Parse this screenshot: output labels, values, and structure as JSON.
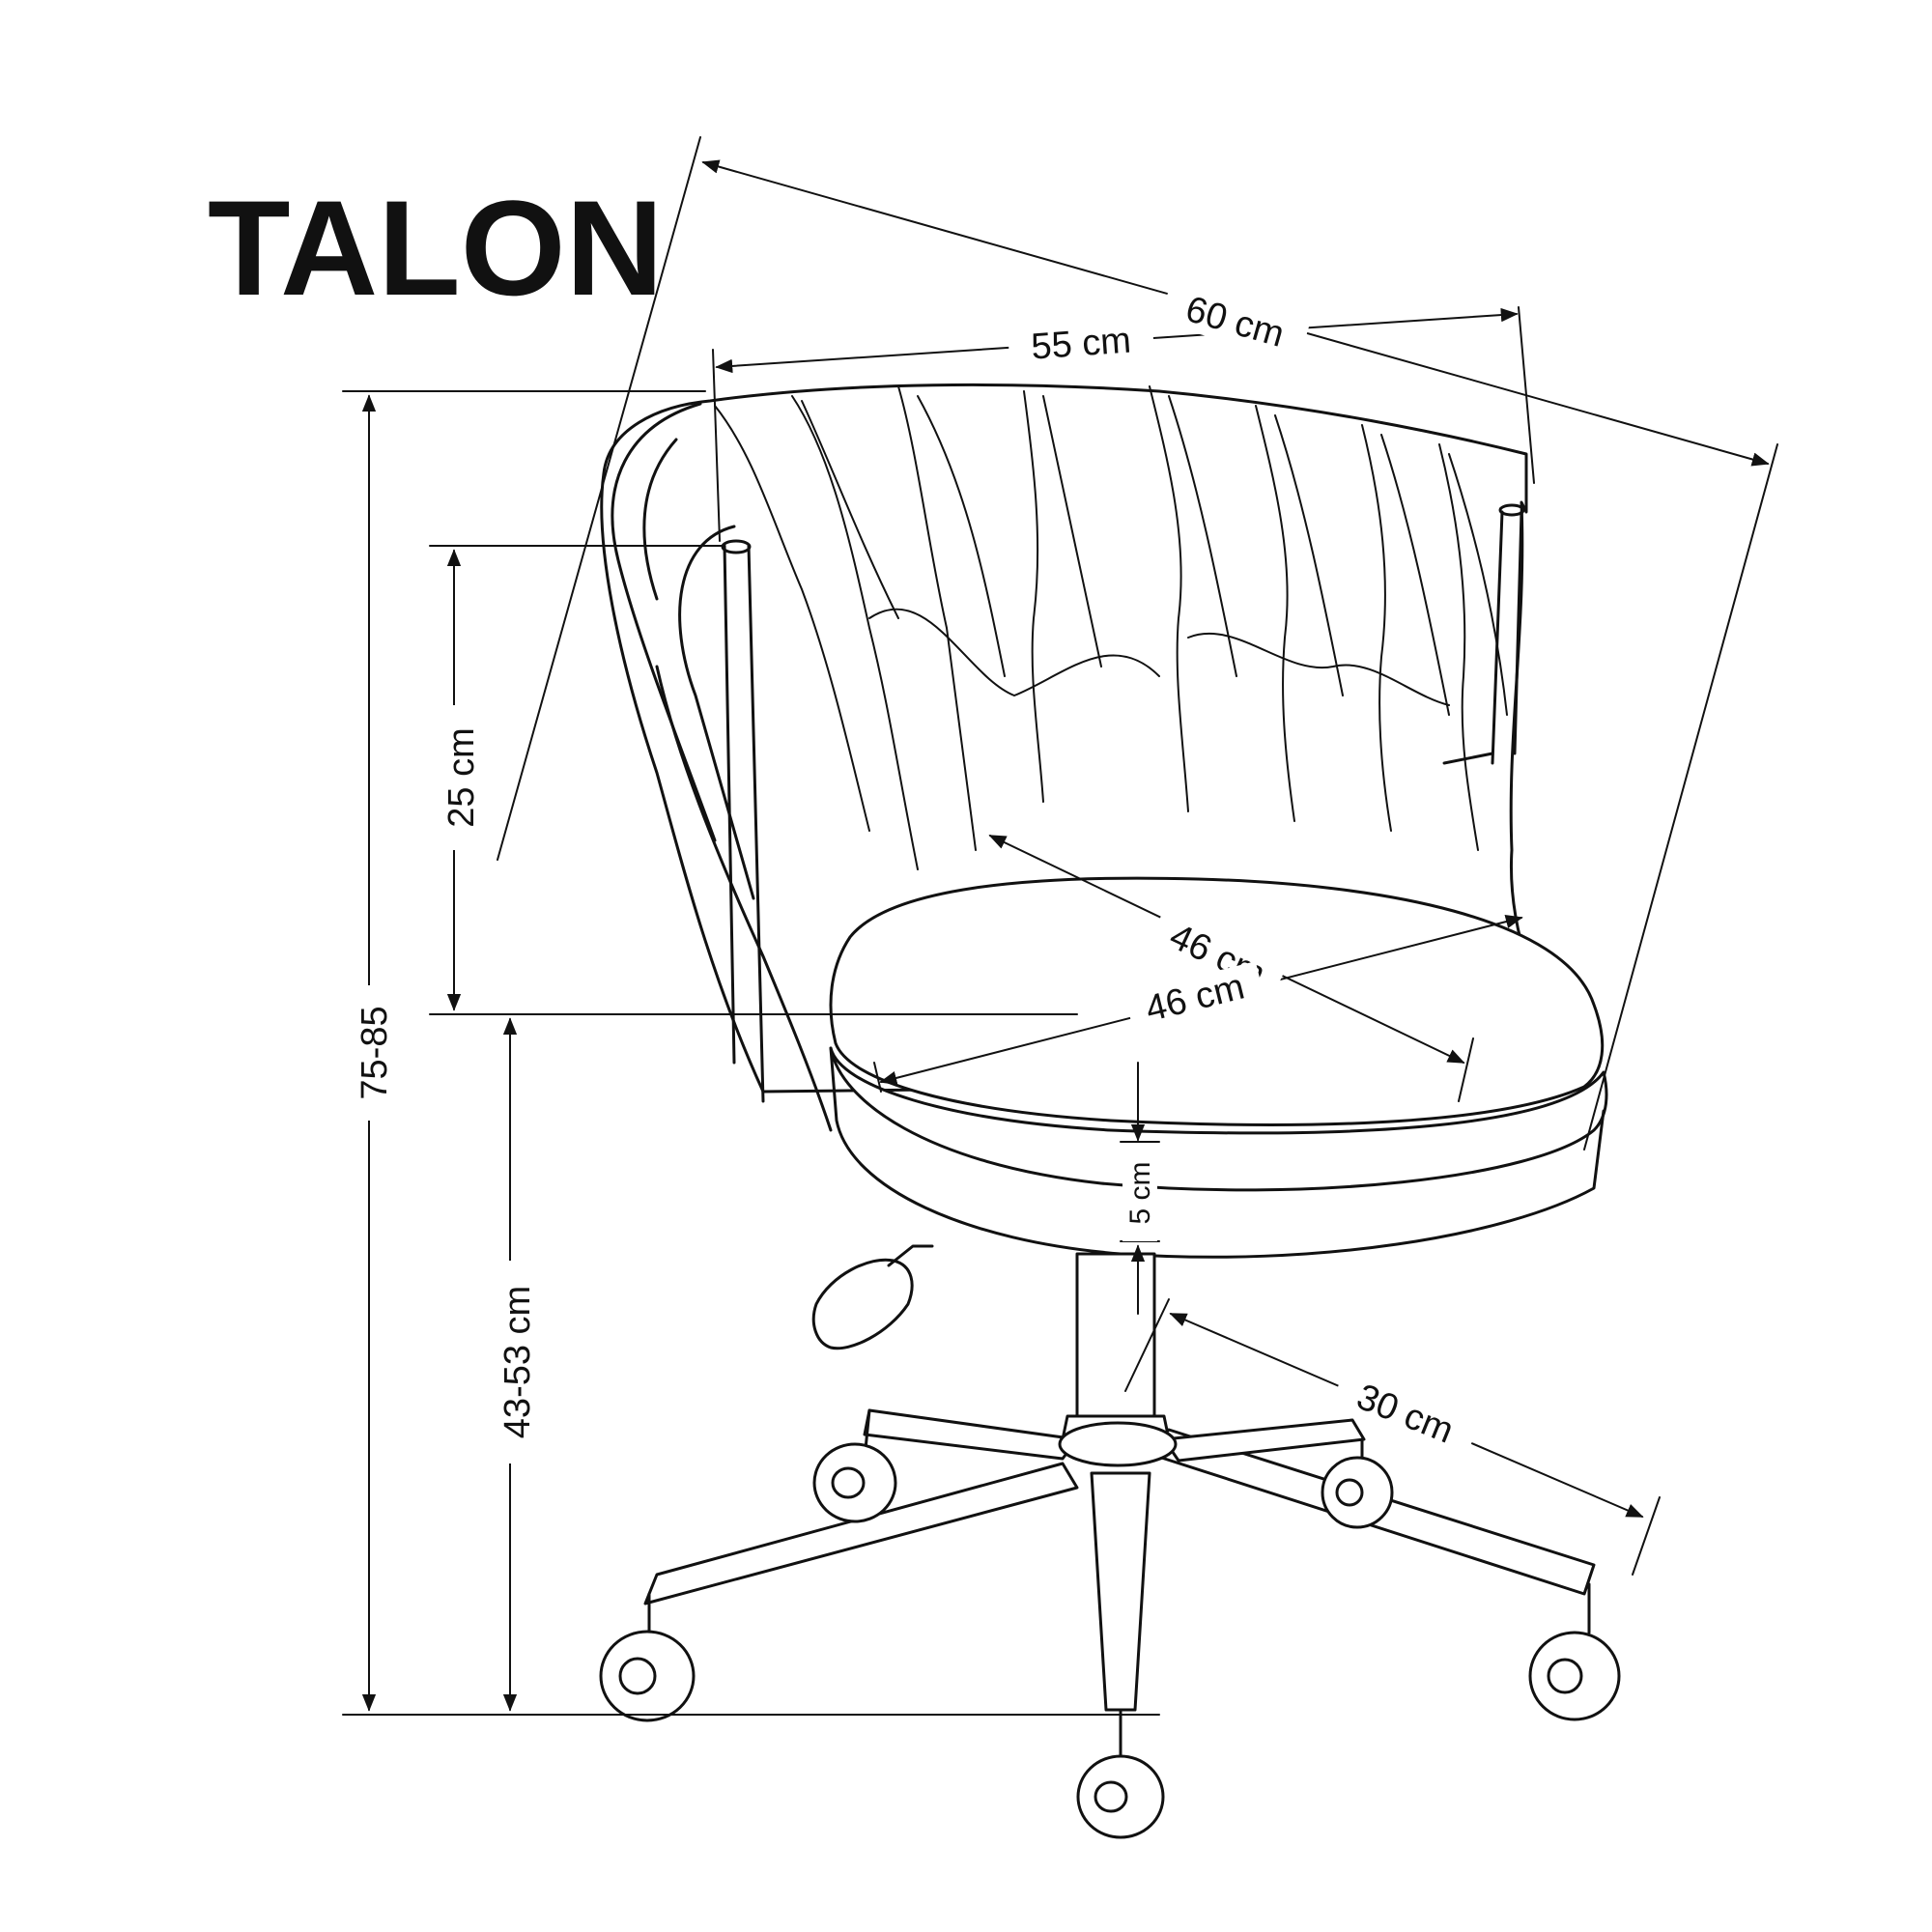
{
  "product": {
    "name": "TALON"
  },
  "dimensions": {
    "overall_width": "60 cm",
    "backrest_width": "55 cm",
    "backrest_height": "25 cm",
    "total_height": "75-85",
    "seat_height": "43-53 cm",
    "seat_depth": "46 cm",
    "seat_width": "46 cm",
    "seat_thickness": "5 cm",
    "base_radius": "30 cm"
  },
  "colors": {
    "line": "#111111",
    "background": "#ffffff"
  }
}
